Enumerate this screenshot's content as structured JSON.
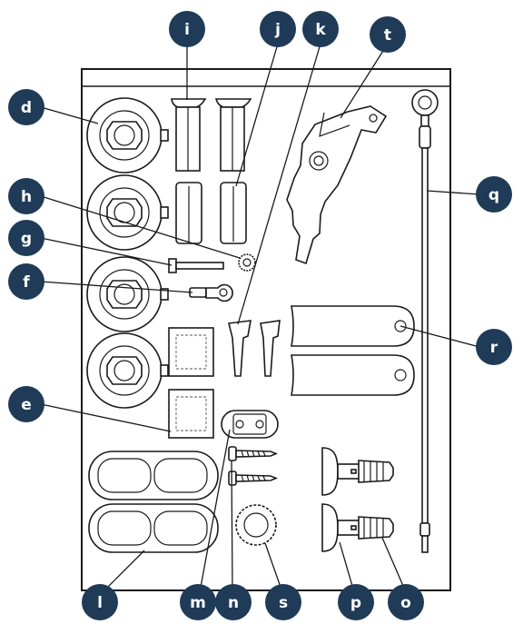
{
  "diagram": {
    "accent_color": "#1f3b57",
    "line_color": "#1a1a1a",
    "callouts": [
      {
        "id": "d",
        "label": "d"
      },
      {
        "id": "h",
        "label": "h"
      },
      {
        "id": "g",
        "label": "g"
      },
      {
        "id": "f",
        "label": "f"
      },
      {
        "id": "e",
        "label": "e"
      },
      {
        "id": "i",
        "label": "i"
      },
      {
        "id": "j",
        "label": "j"
      },
      {
        "id": "k",
        "label": "k"
      },
      {
        "id": "t",
        "label": "t"
      },
      {
        "id": "q",
        "label": "q"
      },
      {
        "id": "r",
        "label": "r"
      },
      {
        "id": "l",
        "label": "l"
      },
      {
        "id": "m",
        "label": "m"
      },
      {
        "id": "n",
        "label": "n"
      },
      {
        "id": "s",
        "label": "s"
      },
      {
        "id": "p",
        "label": "p"
      },
      {
        "id": "o",
        "label": "o"
      }
    ]
  }
}
